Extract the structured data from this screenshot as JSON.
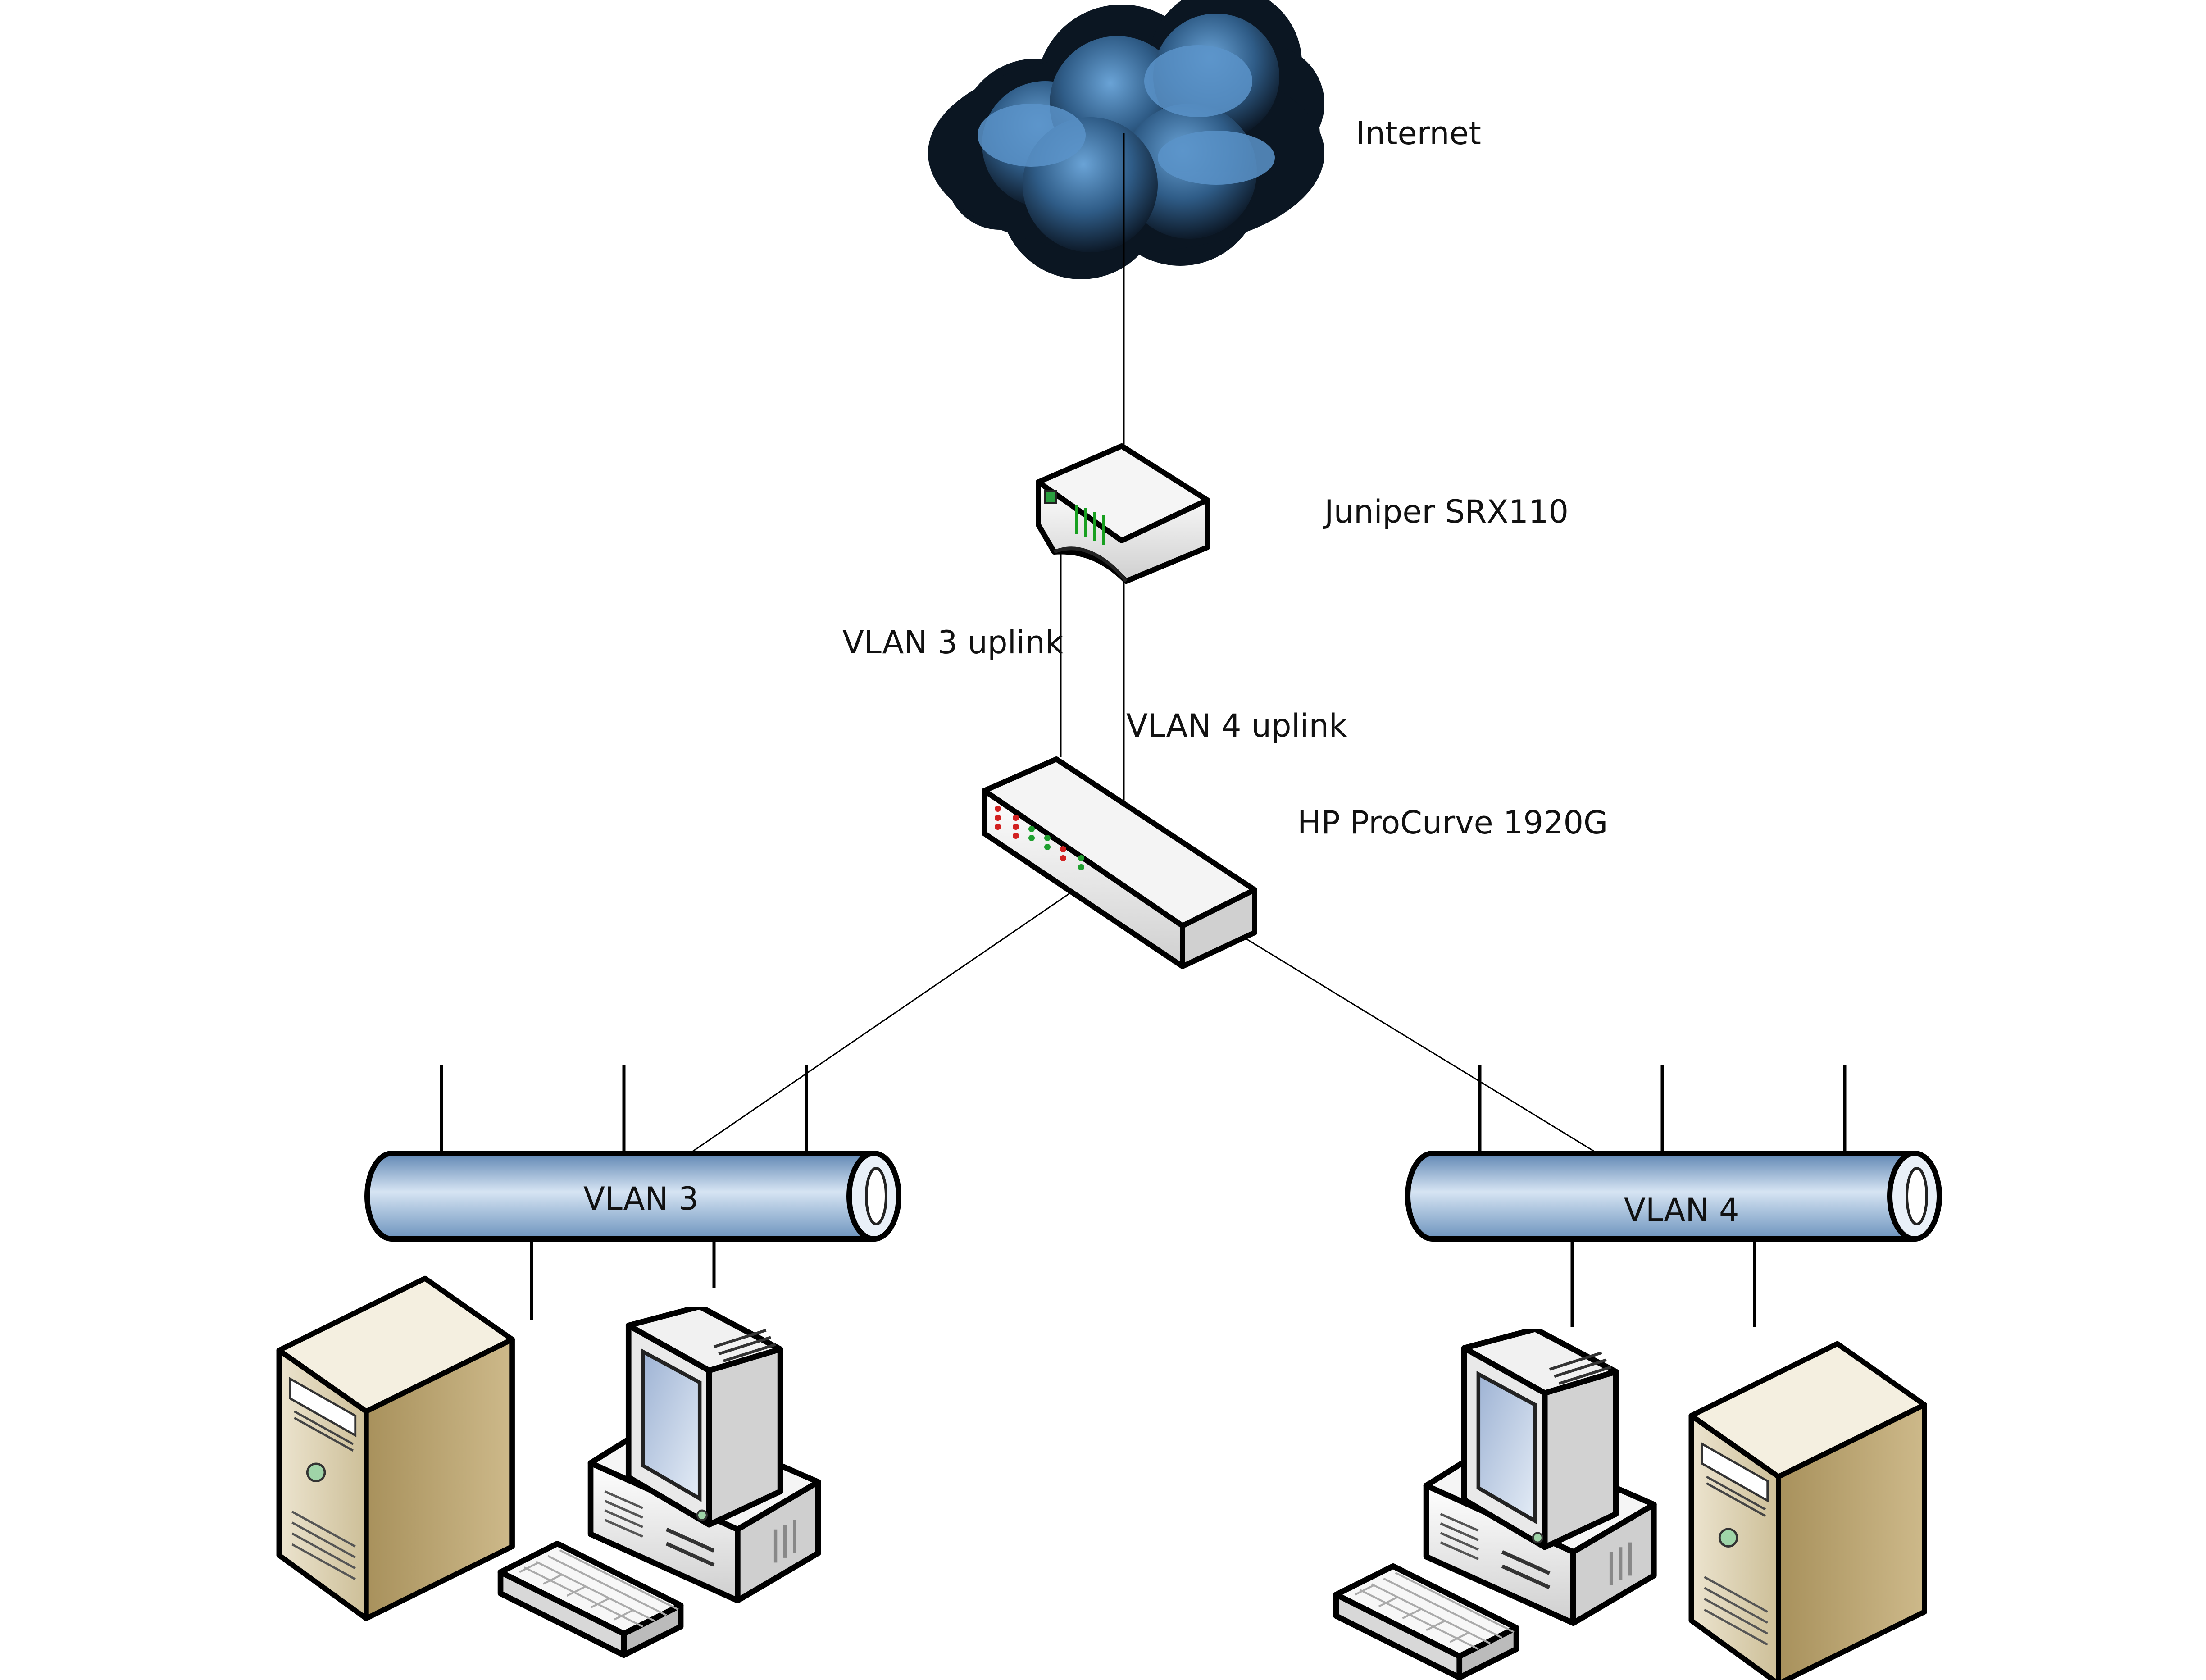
{
  "labels": {
    "internet": "Internet",
    "router": "Juniper SRX110",
    "vlan3_uplink": "VLAN 3 uplink",
    "vlan4_uplink": "VLAN 4 uplink",
    "switch": "HP ProCurve 1920G",
    "vlan3": "VLAN 3",
    "vlan4": "VLAN 4"
  },
  "colors": {
    "cloud": "#3e6f9c",
    "pipe": "#9dbcdc",
    "tower": "#e6dcc2",
    "screen": "#c9d6e8",
    "led_red": "#d22020",
    "led_green": "#20a030"
  },
  "icons": [
    "cloud-icon",
    "router-icon",
    "switch-icon",
    "bus-icon",
    "server-tower-icon",
    "workstation-icon"
  ]
}
